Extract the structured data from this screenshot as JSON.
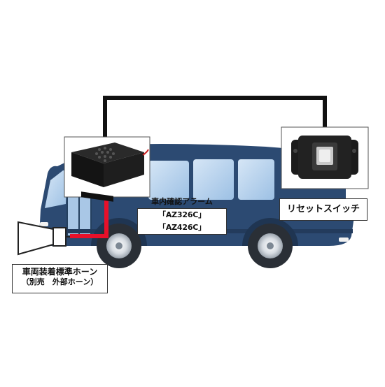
{
  "alarm": {
    "title": "車内確認アラーム",
    "models": "「AZ326C」「AZ426C」"
  },
  "reset_switch": {
    "label": "リセットスイッチ"
  },
  "horn": {
    "label_line1": "車両装着標準ホーン",
    "label_line2": "（別売　外部ホーン）"
  },
  "colors": {
    "bus_body": "#2c4a72",
    "bus_window": "#b9d3ec",
    "wire_black": "#111111",
    "wire_red": "#e8102a",
    "device_black": "#1c1c1c"
  }
}
